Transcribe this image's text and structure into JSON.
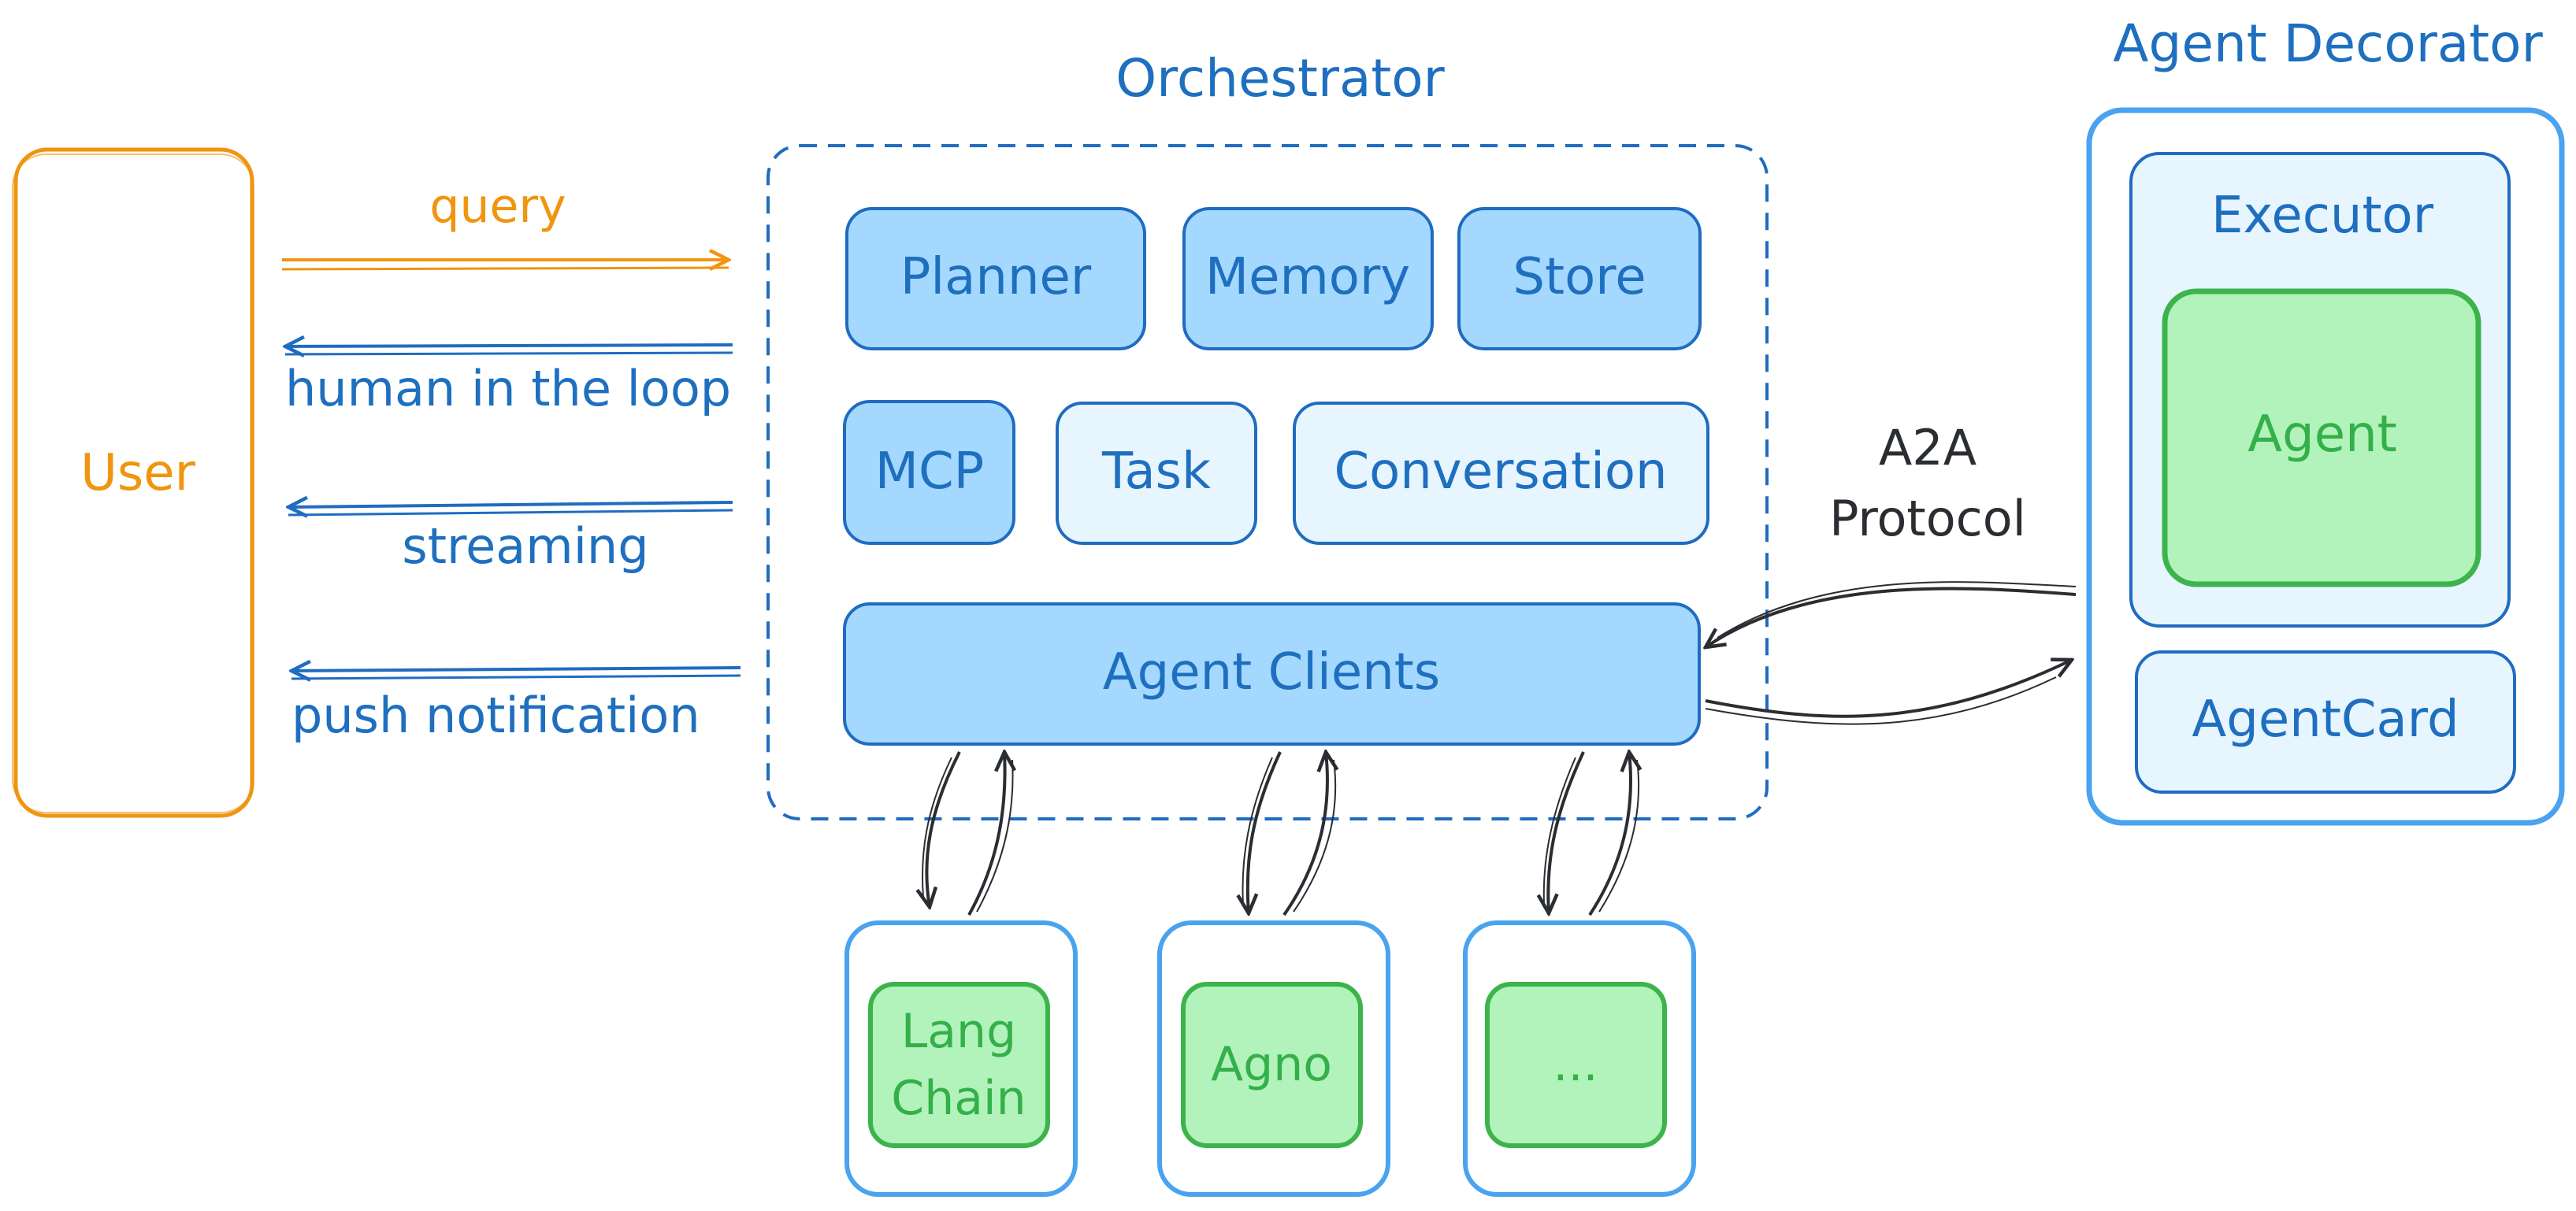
{
  "colors": {
    "blue_text": "#1e6fbf",
    "blue_stroke": "#1f6cc0",
    "light_blue_fill": "#a5d8ff",
    "pale_blue_fill": "#e7f5ff",
    "outer_blue_stroke": "#4aa3ef",
    "orange": "#f0950f",
    "green_text": "#34b04a",
    "green_fill": "#b2f2bb",
    "green_stroke": "#3cb44b",
    "dark": "#2a2d31"
  },
  "user": {
    "label": "User"
  },
  "arrows_left": {
    "query": "query",
    "human_in_the_loop": "human in the loop",
    "streaming": "streaming",
    "push_notification": "push notification"
  },
  "orchestrator": {
    "title": "Orchestrator",
    "components": {
      "planner": "Planner",
      "memory": "Memory",
      "store": "Store",
      "mcp": "MCP",
      "task": "Task",
      "conversation": "Conversation",
      "agent_clients": "Agent Clients"
    }
  },
  "a2a": {
    "line1": "A2A",
    "line2": "Protocol"
  },
  "agent_decorator": {
    "title": "Agent Decorator",
    "executor": "Executor",
    "agent": "Agent",
    "agent_card": "AgentCard"
  },
  "frameworks": {
    "langchain_line1": "Lang",
    "langchain_line2": "Chain",
    "agno": "Agno",
    "more": "..."
  }
}
